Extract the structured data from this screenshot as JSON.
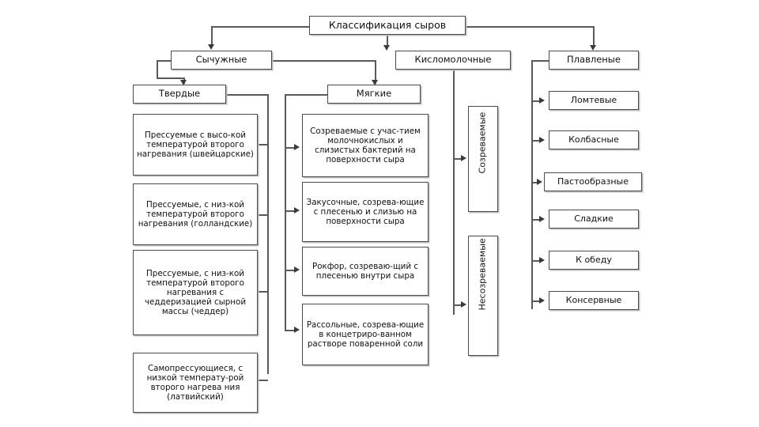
{
  "diagram": {
    "title": "Классификация сыров",
    "root": {
      "label": "Классификация сыров"
    },
    "level1": [
      {
        "label": "Сычужные"
      },
      {
        "label": "Кисломолочные"
      },
      {
        "label": "Плавленые"
      }
    ],
    "level2": [
      {
        "label": "Твердые"
      },
      {
        "label": "Мягкие"
      }
    ],
    "hard_cheeses": [
      {
        "label": "Прессуемые с  высо-кой температурой второго нагревания (швейцарские)"
      },
      {
        "label": "Прессуемые, с  низ-кой температурой второго нагревания (голландские)"
      },
      {
        "label": "Прессуемые, с  низ-кой температурой второго нагревания с чеддеризацией сырной массы (чеддер)"
      },
      {
        "label": "Самопрессующиеся, с низкой температу-рой второго нагрева ния (латвийский)"
      }
    ],
    "soft_cheeses": [
      {
        "label": "Созреваемые с учас-тием молочнокислых и слизистых бактерий на поверхности сыра"
      },
      {
        "label": "Закусочные, созрева-ющие с плесенью и слизью на поверхности сыра"
      },
      {
        "label": "Рокфор, созреваю-щий с плесенью внутри сыра"
      },
      {
        "label": "Рассольные, созрева-ющие в концетриро-ванном растворе поваренной соли"
      }
    ],
    "sour_milk_cheeses": [
      {
        "label": "Созреваемые"
      },
      {
        "label": "Несозреваемые"
      }
    ],
    "processed_cheeses": [
      {
        "label": "Ломтевые"
      },
      {
        "label": "Колбасные"
      },
      {
        "label": "Пастообразные"
      },
      {
        "label": "Сладкие"
      },
      {
        "label": "К обеду"
      },
      {
        "label": "Консервные"
      }
    ],
    "colors": {
      "box_border": "#4a4a4a",
      "box_fill": "#ffffff",
      "connector": "#5a5a5a",
      "arrow": "#3a3a3a",
      "shadow": "#bcbcbc",
      "background": "#ffffff",
      "text": "#111111"
    }
  }
}
